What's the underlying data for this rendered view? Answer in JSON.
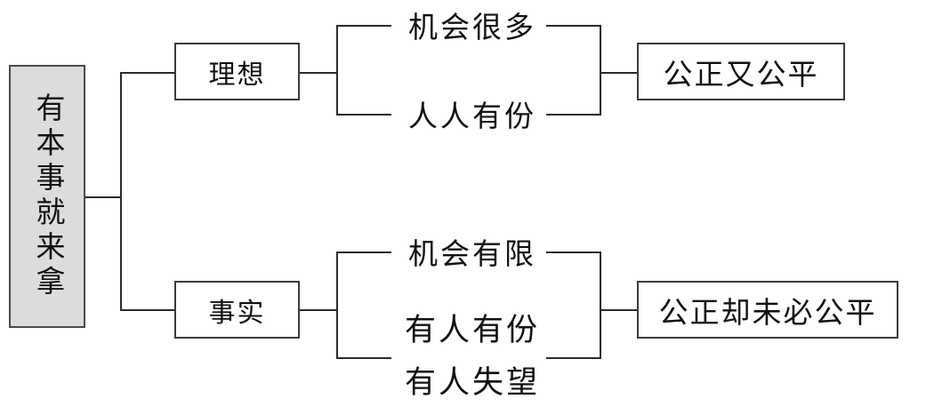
{
  "diagram": {
    "type": "tree-bracket-diagram",
    "root": {
      "text": "有本事就来拿",
      "orientation": "vertical",
      "fill": "#dcdcdc",
      "border": "#4a4a4a"
    },
    "branches": [
      {
        "id": "ideal",
        "node": {
          "text": "理想"
        },
        "items": [
          {
            "text": "机会很多"
          },
          {
            "text": "人人有份"
          }
        ],
        "result": {
          "text": "公正又公平"
        }
      },
      {
        "id": "reality",
        "node": {
          "text": "事实"
        },
        "items": [
          {
            "text": "机会有限"
          },
          {
            "text": "有人有份"
          },
          {
            "text": "有人失望"
          }
        ],
        "result": {
          "text": "公正却未必公平"
        }
      }
    ]
  },
  "colors": {
    "line": "#2b2b2b",
    "text": "#111111",
    "root_fill": "#dcdcdc",
    "background": "#ffffff"
  }
}
